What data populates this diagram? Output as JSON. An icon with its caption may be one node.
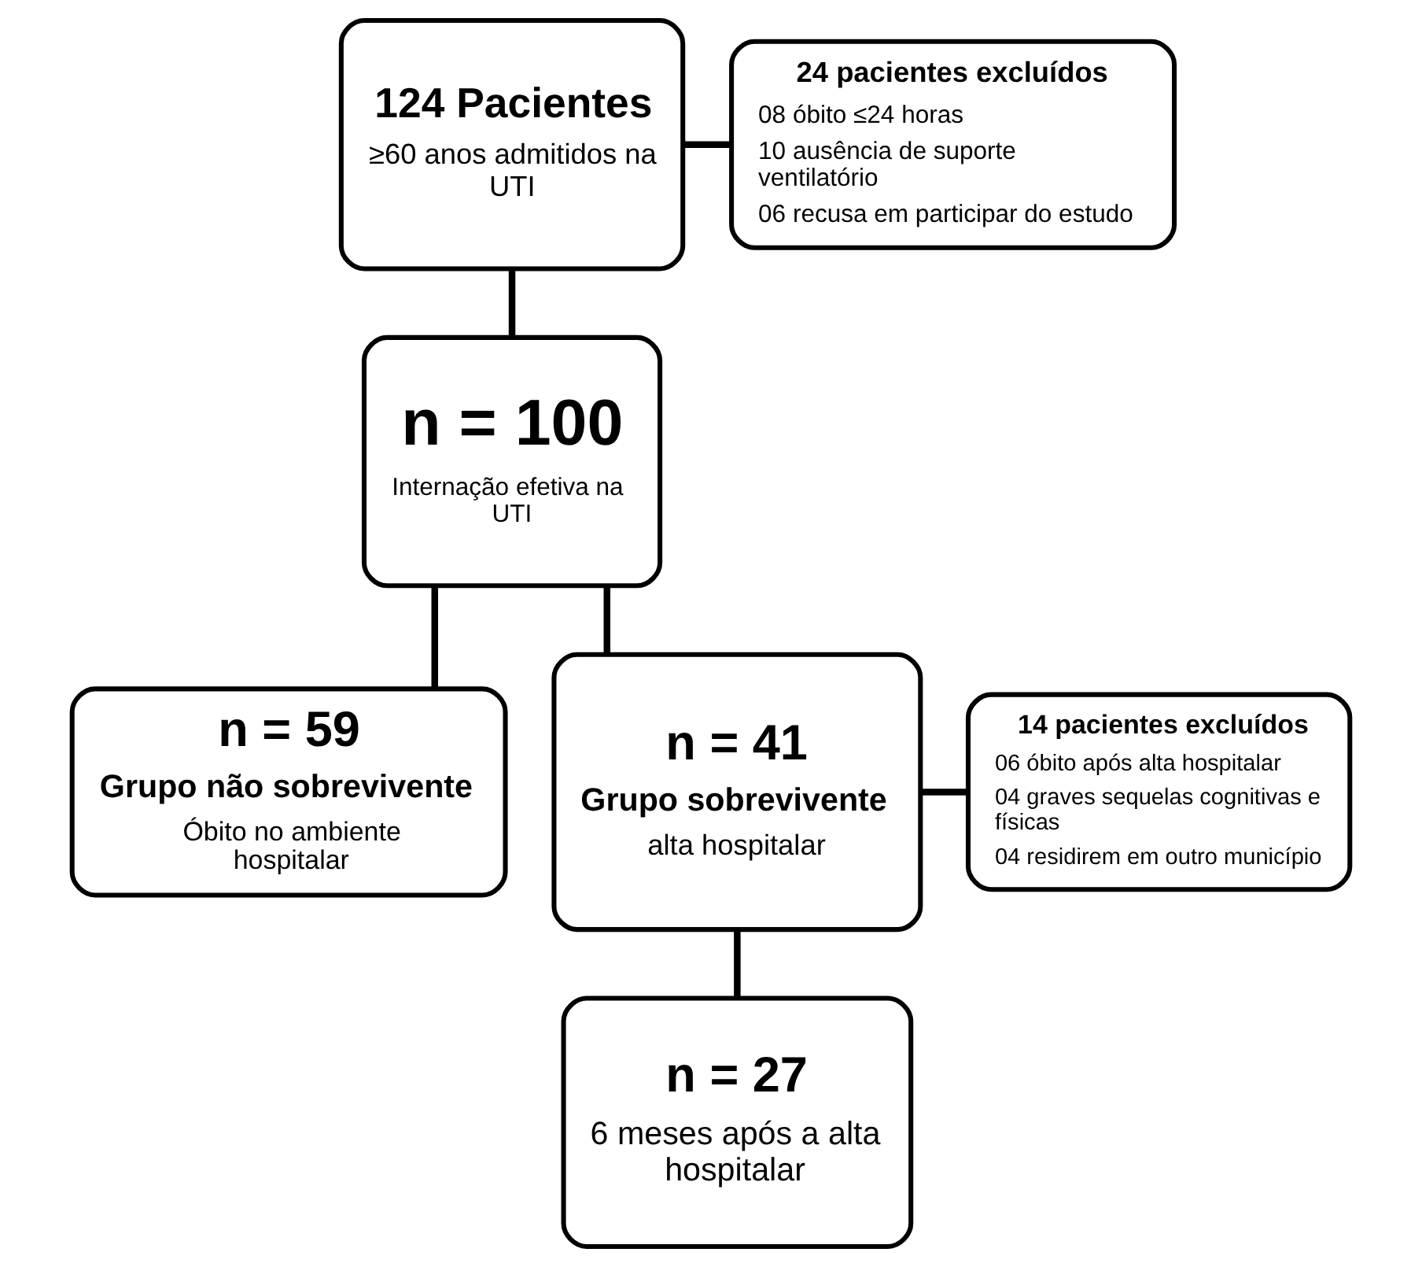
{
  "diagram": {
    "nodes": [
      {
        "text": [
          "124 Pacientes",
          "≥60 anos admitidos na UTI"
        ]
      },
      {
        "text": [
          "24 pacientes excluídos",
          "08 óbito ≤24 horas",
          "10 ausência de suporte ventilatório",
          "06 recusa em participar do estudo"
        ]
      },
      {
        "text": [
          "n = 100",
          "Internação efetiva na UTI"
        ]
      },
      {
        "text": [
          "n = 59",
          "Grupo não sobrevivente",
          "Óbito no ambiente hospitalar"
        ]
      },
      {
        "text": [
          "n = 41",
          "Grupo sobrevivente",
          "alta hospitalar"
        ]
      },
      {
        "text": [
          "14 pacientes excluídos",
          "06 óbito após alta hospitalar",
          "04 graves sequelas cognitivas e físicas",
          "04 residirem em outro município"
        ]
      },
      {
        "text": [
          "n = 27",
          "6 meses após a alta hospitalar"
        ]
      }
    ],
    "edges": [
      {
        "from": 0,
        "to": 1,
        "arrow": "none"
      },
      {
        "from": 0,
        "to": 2,
        "arrow": "none"
      },
      {
        "from": 2,
        "to": 3,
        "arrow": "none"
      },
      {
        "from": 2,
        "to": 4,
        "arrow": "none"
      },
      {
        "from": 4,
        "to": 5,
        "arrow": "none"
      },
      {
        "from": 4,
        "to": 6,
        "arrow": "none"
      }
    ]
  }
}
